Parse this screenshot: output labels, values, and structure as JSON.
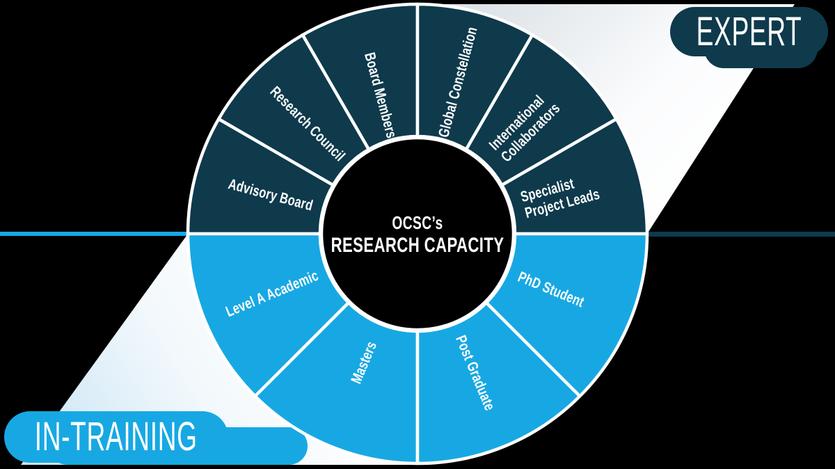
{
  "center": {
    "line1": "OCSC’s",
    "line2": "RESEARCH CAPACITY"
  },
  "badges": {
    "expert": {
      "label": "EXPERT",
      "color": "#0E3A4C"
    },
    "in_training": {
      "label": "IN-TRAINING",
      "color": "#17A8E3"
    }
  },
  "divider_line": {
    "left_color": "#17A8E3",
    "right_color": "#0E3A4C"
  },
  "colors": {
    "expert_navy": "#0E3A4C",
    "training_blue": "#17A8E3",
    "background": "#000000",
    "divider_white": "#FFFFFF"
  },
  "chart_data": {
    "type": "pie",
    "title": "OCSC’s RESEARCH CAPACITY",
    "center_label": "OCSC’s RESEARCH CAPACITY",
    "legend_position": "EXPERT badge top-right, IN-TRAINING badge bottom-left",
    "groups": [
      {
        "name": "EXPERT",
        "half": "top",
        "color": "#0E3A4C",
        "segments": [
          {
            "label": "Advisory Board",
            "value": 1
          },
          {
            "label": "Research Council",
            "value": 1
          },
          {
            "label": "Board Members",
            "value": 1
          },
          {
            "label": "Global Constellation",
            "value": 1
          },
          {
            "label": "International\nCollaborators",
            "value": 1
          },
          {
            "label": "Specialist\nProject Leads",
            "value": 1
          }
        ]
      },
      {
        "name": "IN-TRAINING",
        "half": "bottom",
        "color": "#17A8E3",
        "segments": [
          {
            "label": "Level A Academic",
            "value": 1
          },
          {
            "label": "Masters",
            "value": 1
          },
          {
            "label": "Post Graduate",
            "value": 1
          },
          {
            "label": "PhD Student",
            "value": 1
          }
        ]
      }
    ]
  }
}
